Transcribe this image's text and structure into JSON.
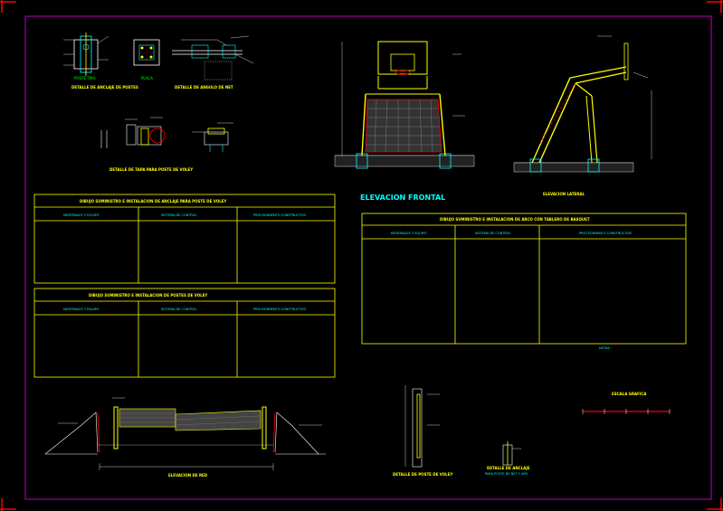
{
  "titles": {
    "anclaje_postes": "DETALLE DE ANCLAJE DE POSTES",
    "anclaje_label_left": "POSTE TIPO",
    "anclaje_label_right": "PLACA",
    "angulo_net": "DETALLE DE ANGULO DE NET",
    "tapa_poste": "DETALLE DE TAPA PARA POSTE DE VOLEY",
    "elevacion_frontal": "ELEVACION FRONTAL",
    "elevacion_lateral": "ELEVACION LATERAL",
    "elevacion_red": "ELEVACION DE RED",
    "detalle_poste_voley": "DETALLE DE POSTE DE VOLEY",
    "detalle_anclaje": "DETALLE DE ANCLAJE",
    "detalle_anclaje_sub": "PARA POSTE DE NET Y ARO",
    "escala": "ESCALA GRAFICA",
    "notas": "NOTAS :"
  },
  "tables": {
    "t1": {
      "title": "DIBUJO SUMINISTRO E INSTALACION DE ANCLAJE PARA POSTE DE VOLEY",
      "cols": [
        "MATERIALES Y EQUIPO",
        "SISTEMA DE CONTROL",
        "PROCEDIMIENTO CONSTRUCTIVO"
      ]
    },
    "t2": {
      "title": "DIBUJO SUMINISTRO E INSTALACION DE POSTES DE VOLEY",
      "cols": [
        "MATERIALES Y EQUIPO",
        "SISTEMA DE CONTROL",
        "PROCEDIMIENTO CONSTRUCTIVO"
      ]
    },
    "t3": {
      "title": "DIBUJO SUMINISTRO E INSTALACION DE ARCO CON TABLERO DE BASQUET",
      "cols": [
        "MATERIALES Y EQUIPO",
        "SISTEMA DE CONTROL",
        "PROCEDIMIENTO CONSTRUCTIVO"
      ]
    }
  },
  "colors": {
    "background": "#000000",
    "border": "#c000c0",
    "yellow": "#ffff00",
    "cyan": "#00ffff",
    "white": "#ffffff",
    "red": "#ff0000",
    "green": "#00ff00"
  }
}
